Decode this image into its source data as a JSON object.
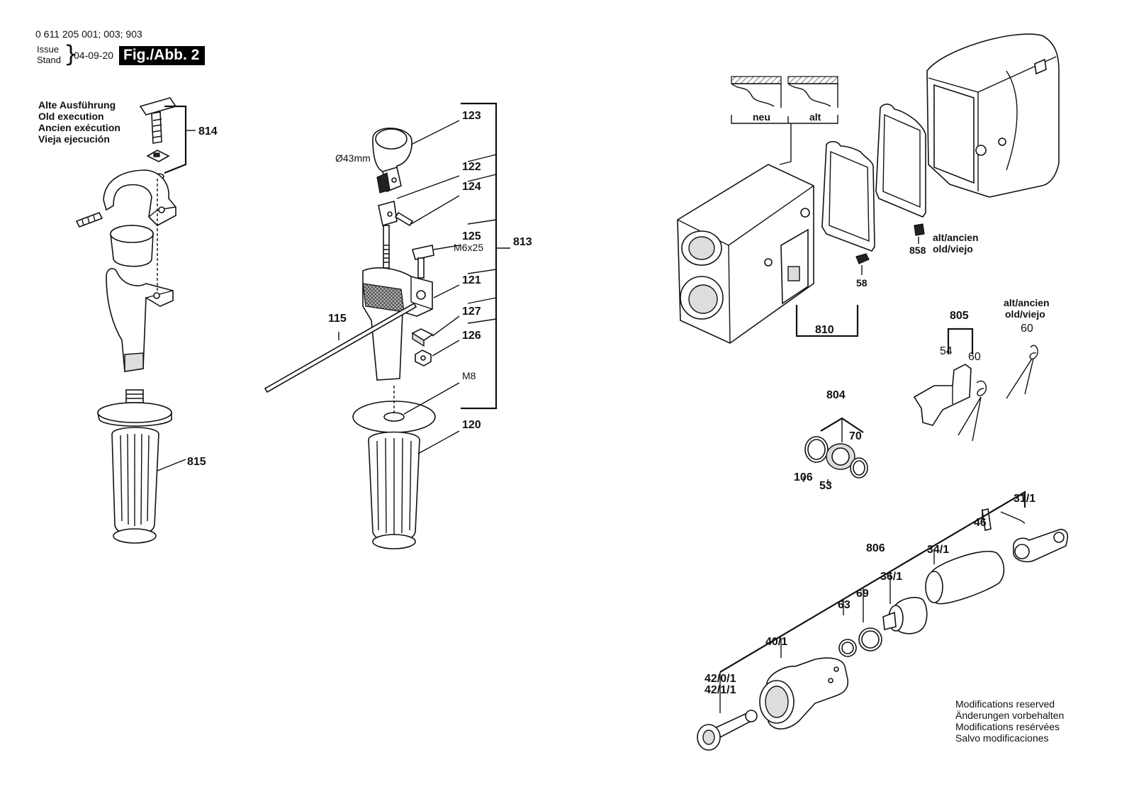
{
  "header": {
    "doc_number": "0 611 205 001; 003; 903",
    "issue_label": "Issue",
    "stand_label": "Stand",
    "date": "04-09-20",
    "figure": "Fig./Abb. 2"
  },
  "old_execution": {
    "lines": [
      "Alte Ausführung",
      "Old execution",
      "Ancien exécution",
      "Vieja ejecución"
    ]
  },
  "modifications": {
    "lines": [
      "Modifications reserved",
      "Änderungen vorbehalten",
      "Modifications resérvées",
      "Salvo modificaciones"
    ]
  },
  "labels": {
    "p814": "814",
    "p815": "815",
    "p123": "123",
    "dia": "Ø43mm",
    "p122": "122",
    "p124": "124",
    "p125": "125",
    "m6x25": "M6x25",
    "p813": "813",
    "p121": "121",
    "p115": "115",
    "p127": "127",
    "p126": "126",
    "m8": "M8",
    "p120": "120",
    "neu": "neu",
    "alt": "alt",
    "p810": "810",
    "p58": "58",
    "p858": "858",
    "altancien1": "alt/ancien",
    "oldviejo1": "old/viejo",
    "p805": "805",
    "p54": "54",
    "p60a": "60",
    "altancien2": "alt/ancien",
    "oldviejo2": "old/viejo",
    "p60b": "60",
    "p804": "804",
    "p70": "70",
    "p106": "106",
    "p53": "53",
    "p31_1": "31/1",
    "p46": "46",
    "p806": "806",
    "p34_1": "34/1",
    "p36_1": "36/1",
    "p69": "69",
    "p63": "63",
    "p40_1": "40/1",
    "p42_0_1": "42/0/1",
    "p42_1_1": "42/1/1"
  }
}
